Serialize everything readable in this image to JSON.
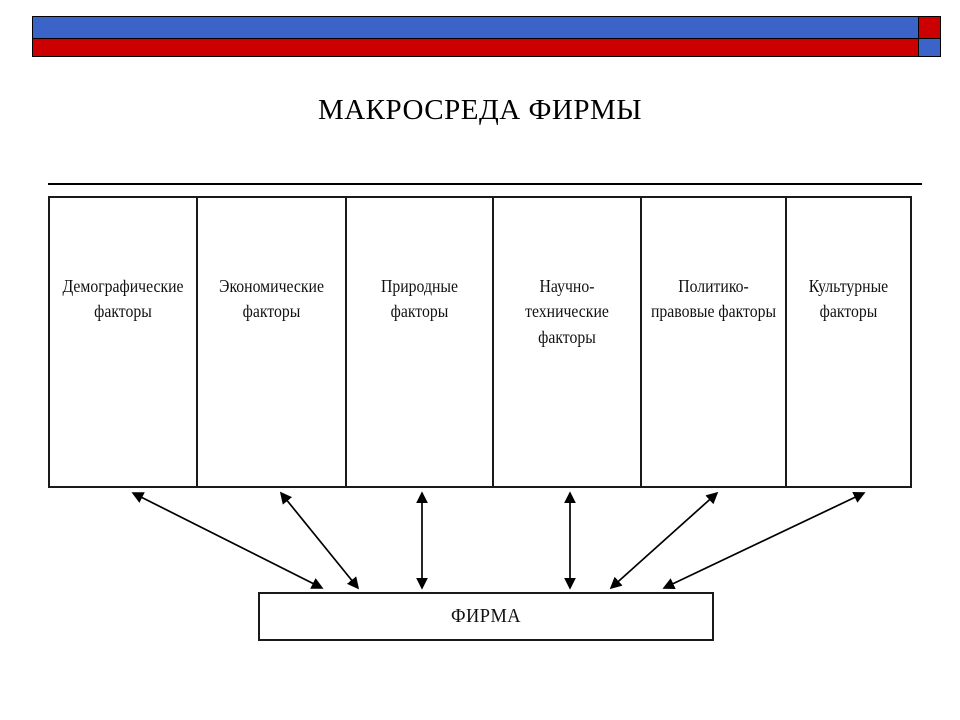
{
  "slide": {
    "title": "МАКРОСРЕДА ФИРМЫ",
    "decor": {
      "blue": "#3c63c8",
      "red": "#cc0000",
      "outline": "#000000"
    }
  },
  "diagram": {
    "center_node": {
      "label": "ФИРМА"
    },
    "factors": [
      {
        "id": "demographic",
        "label": "Демографические факторы"
      },
      {
        "id": "economic",
        "label": "Экономические факторы"
      },
      {
        "id": "natural",
        "label": "Природные факторы"
      },
      {
        "id": "scientific",
        "label": "Научно-технические факторы"
      },
      {
        "id": "political",
        "label": "Политико-правовые факторы"
      },
      {
        "id": "cultural",
        "label": "Культурные факторы"
      }
    ],
    "connectors": [
      {
        "from": "demographic",
        "to": "center_node",
        "style": "double-headed-arrow"
      },
      {
        "from": "economic",
        "to": "center_node",
        "style": "double-headed-arrow"
      },
      {
        "from": "natural",
        "to": "center_node",
        "style": "double-headed-arrow"
      },
      {
        "from": "scientific",
        "to": "center_node",
        "style": "double-headed-arrow"
      },
      {
        "from": "political",
        "to": "center_node",
        "style": "double-headed-arrow"
      },
      {
        "from": "cultural",
        "to": "center_node",
        "style": "double-headed-arrow"
      }
    ]
  }
}
